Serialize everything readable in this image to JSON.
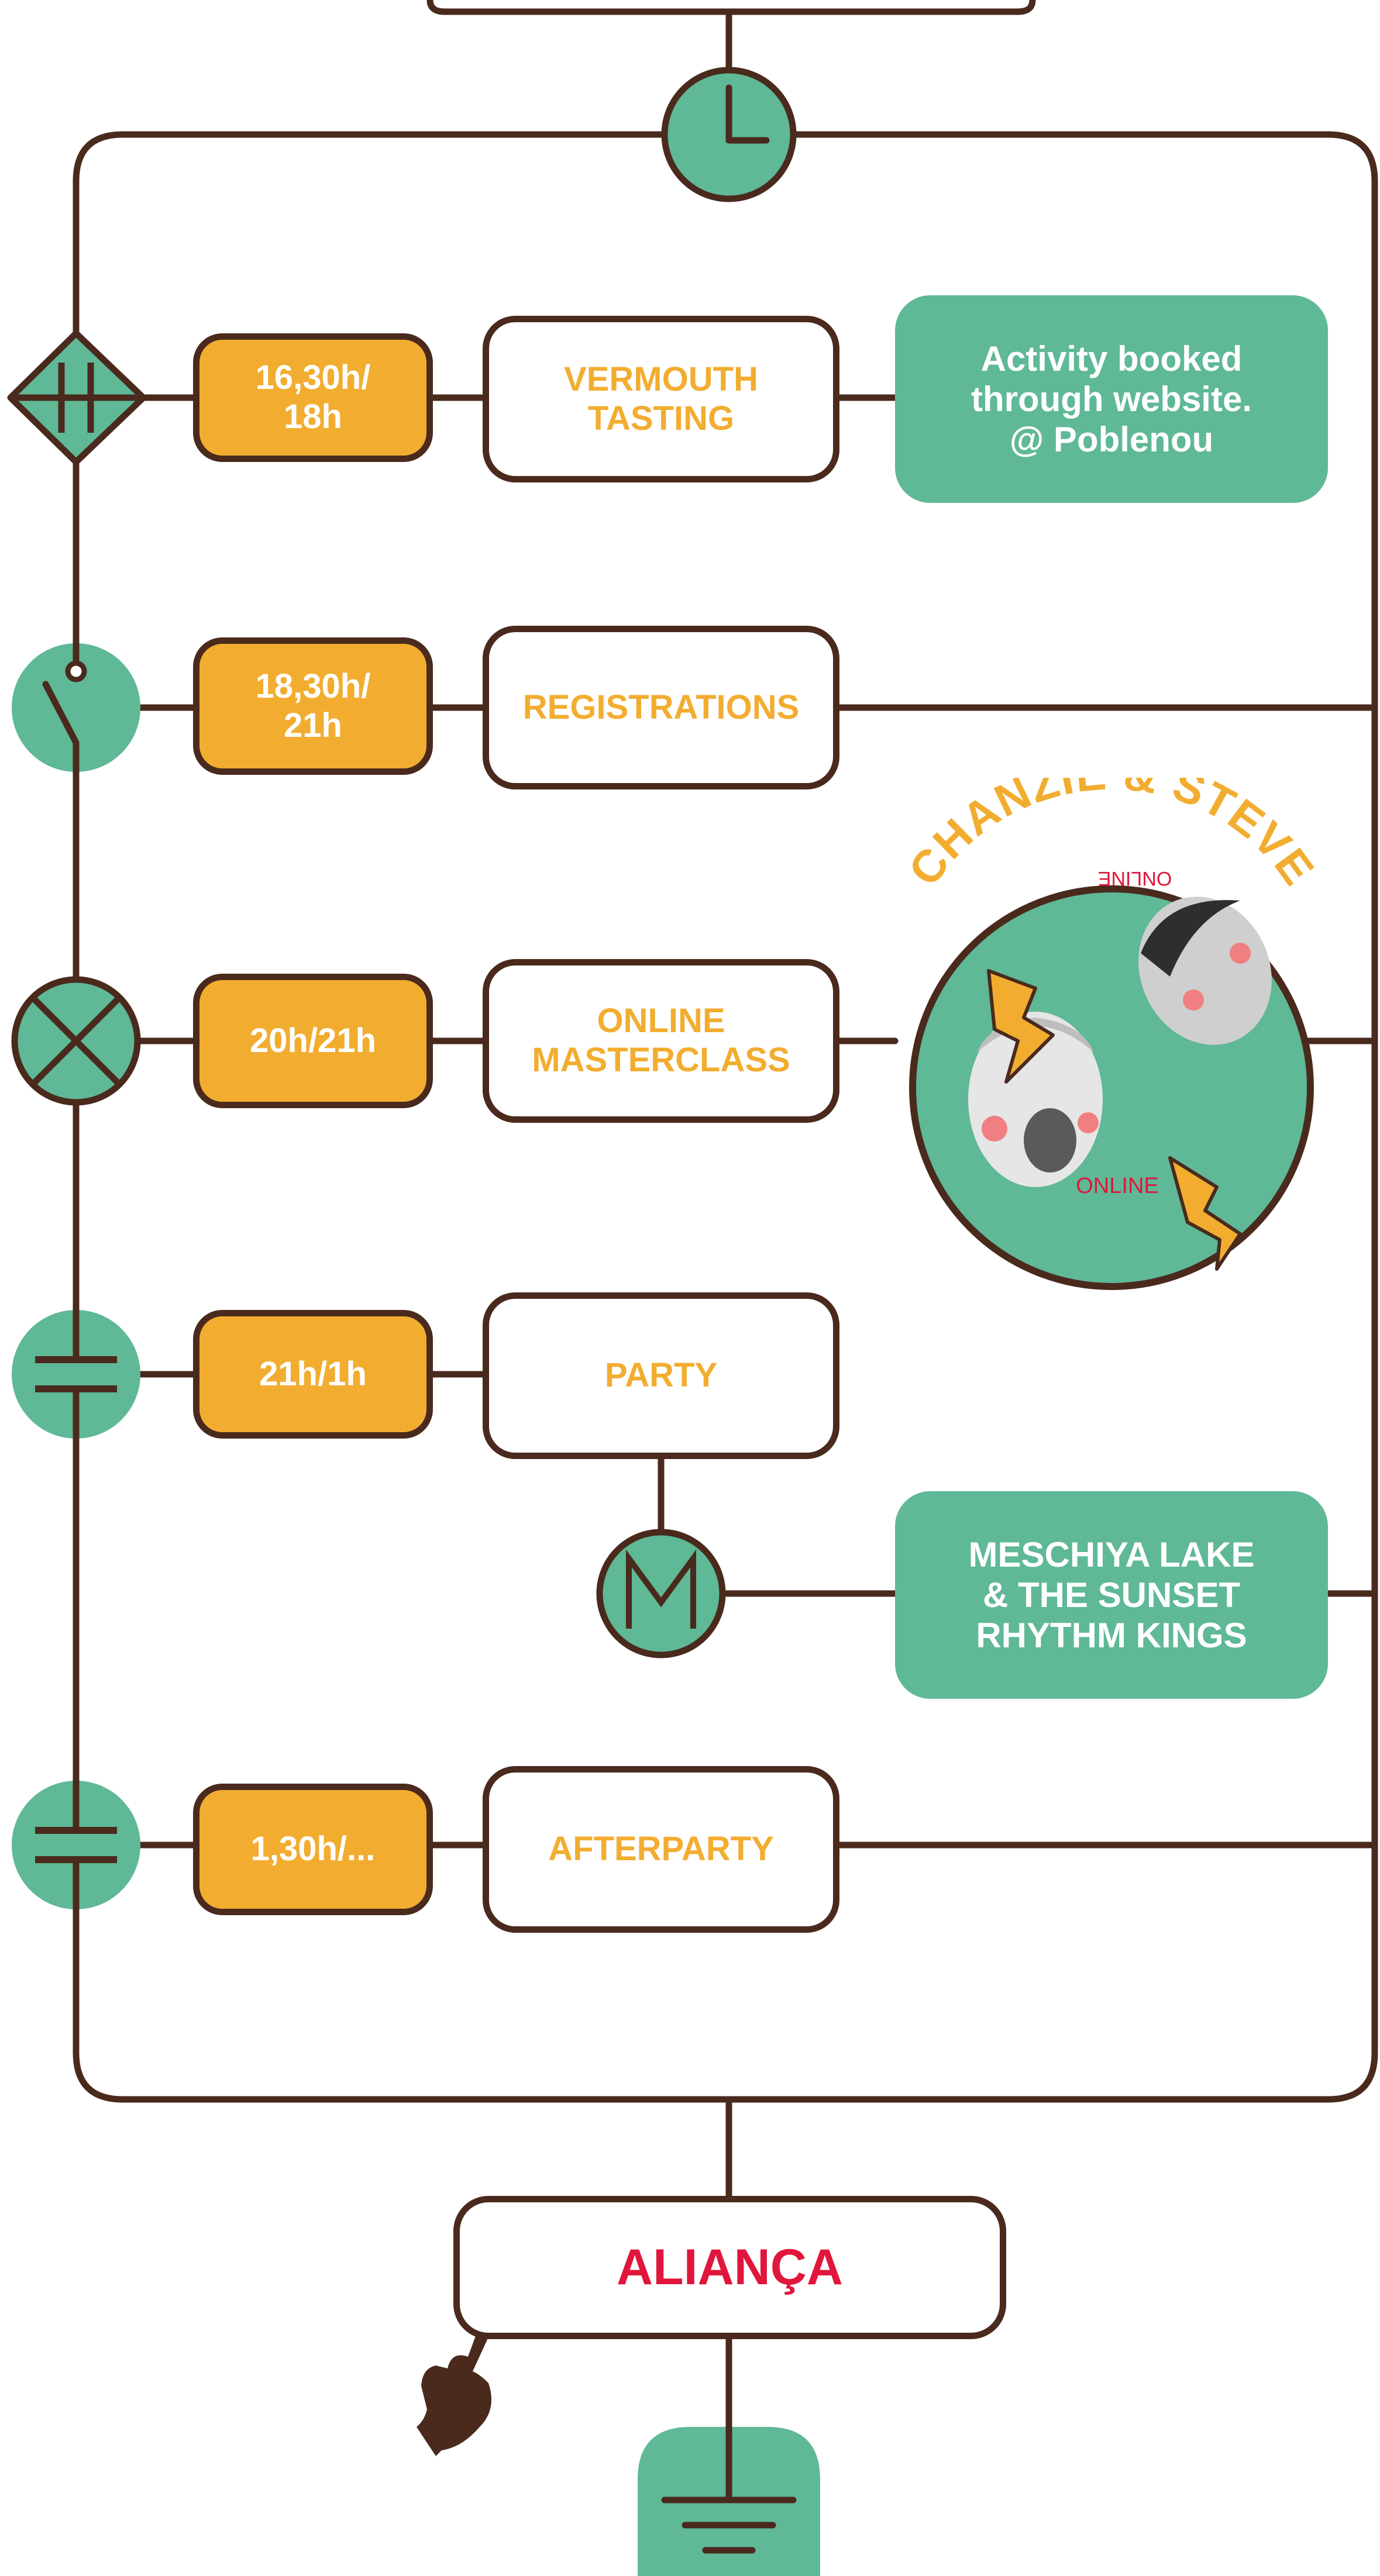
{
  "schedule": [
    {
      "time": "16,30h/\n18h",
      "event": "VERMOUTH\nTASTING",
      "note": "Activity booked\nthrough website.\n@ Poblenou"
    },
    {
      "time": "18,30h/\n21h",
      "event": "REGISTRATIONS"
    },
    {
      "time": "20h/21h",
      "event": "ONLINE\nMASTERCLASS"
    },
    {
      "time": "21h/1h",
      "event": "PARTY",
      "note": "MESCHIYA LAKE\n& THE SUNSET\nRHYTHM KINGS"
    },
    {
      "time": "1,30h/...",
      "event": "AFTERPARTY"
    }
  ],
  "online_badge": {
    "arc_title": "CHANZIE & STEVE",
    "label_top": "ONLINE",
    "label_bottom": "ONLINE"
  },
  "final": {
    "label": "ALIANÇA"
  },
  "icons": [
    "clock-icon",
    "fuse-icon",
    "switch-icon",
    "lamp-icon",
    "capacitor-icon",
    "motor-icon",
    "ground-icon",
    "hand-pointer-icon"
  ],
  "colors": {
    "wire": "#4a2a1d",
    "green": "#5fb896",
    "orange": "#f2ad30",
    "red": "#e0163c",
    "white": "#ffffff"
  }
}
